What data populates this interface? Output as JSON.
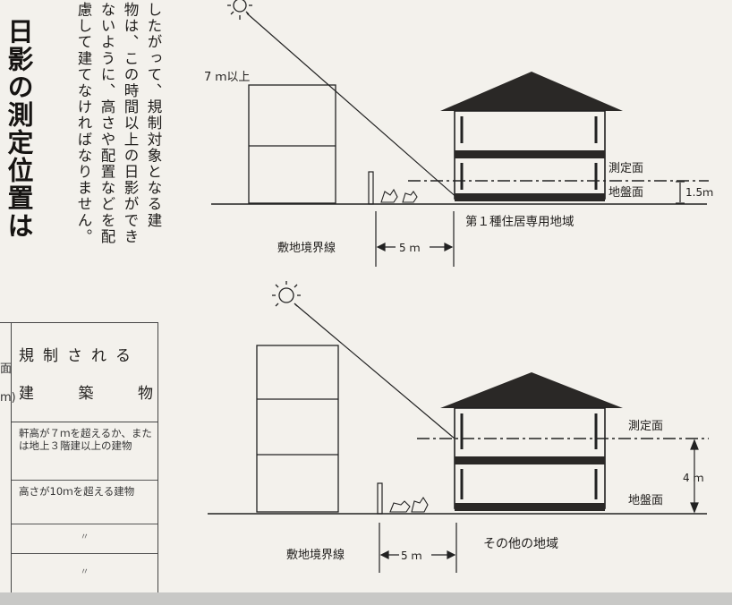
{
  "heading": "日影の測定位置は",
  "body_text": [
    "したがって、規制対象となる建",
    "物は、この時間以上の日影ができ",
    "ないように、高さや配置などを配",
    "慮して建てなければなりません。"
  ],
  "table": {
    "left_stub_1": "面",
    "left_stub_2": "m)",
    "header_line1": "規制される",
    "header_line2": [
      "建",
      "築",
      "物"
    ],
    "rows": [
      "軒高が７ｍを超えるか、または地上３階建以上の建物",
      "高さが10ｍを超える建物",
      "〃",
      "〃"
    ]
  },
  "diagram_top": {
    "height_label": "7 ｍ以上",
    "measure_plane": "測定面",
    "ground_plane": "地盤面",
    "height_value": "1.5ｍ",
    "zone_label": "第１種住居専用地域",
    "boundary_label": "敷地境界線",
    "distance_label": "5 ｍ"
  },
  "diagram_bottom": {
    "measure_plane": "測定面",
    "ground_plane": "地盤面",
    "height_value": "4 ｍ",
    "zone_label": "その他の地域",
    "boundary_label": "敷地境界線",
    "distance_label": "5 ｍ"
  }
}
